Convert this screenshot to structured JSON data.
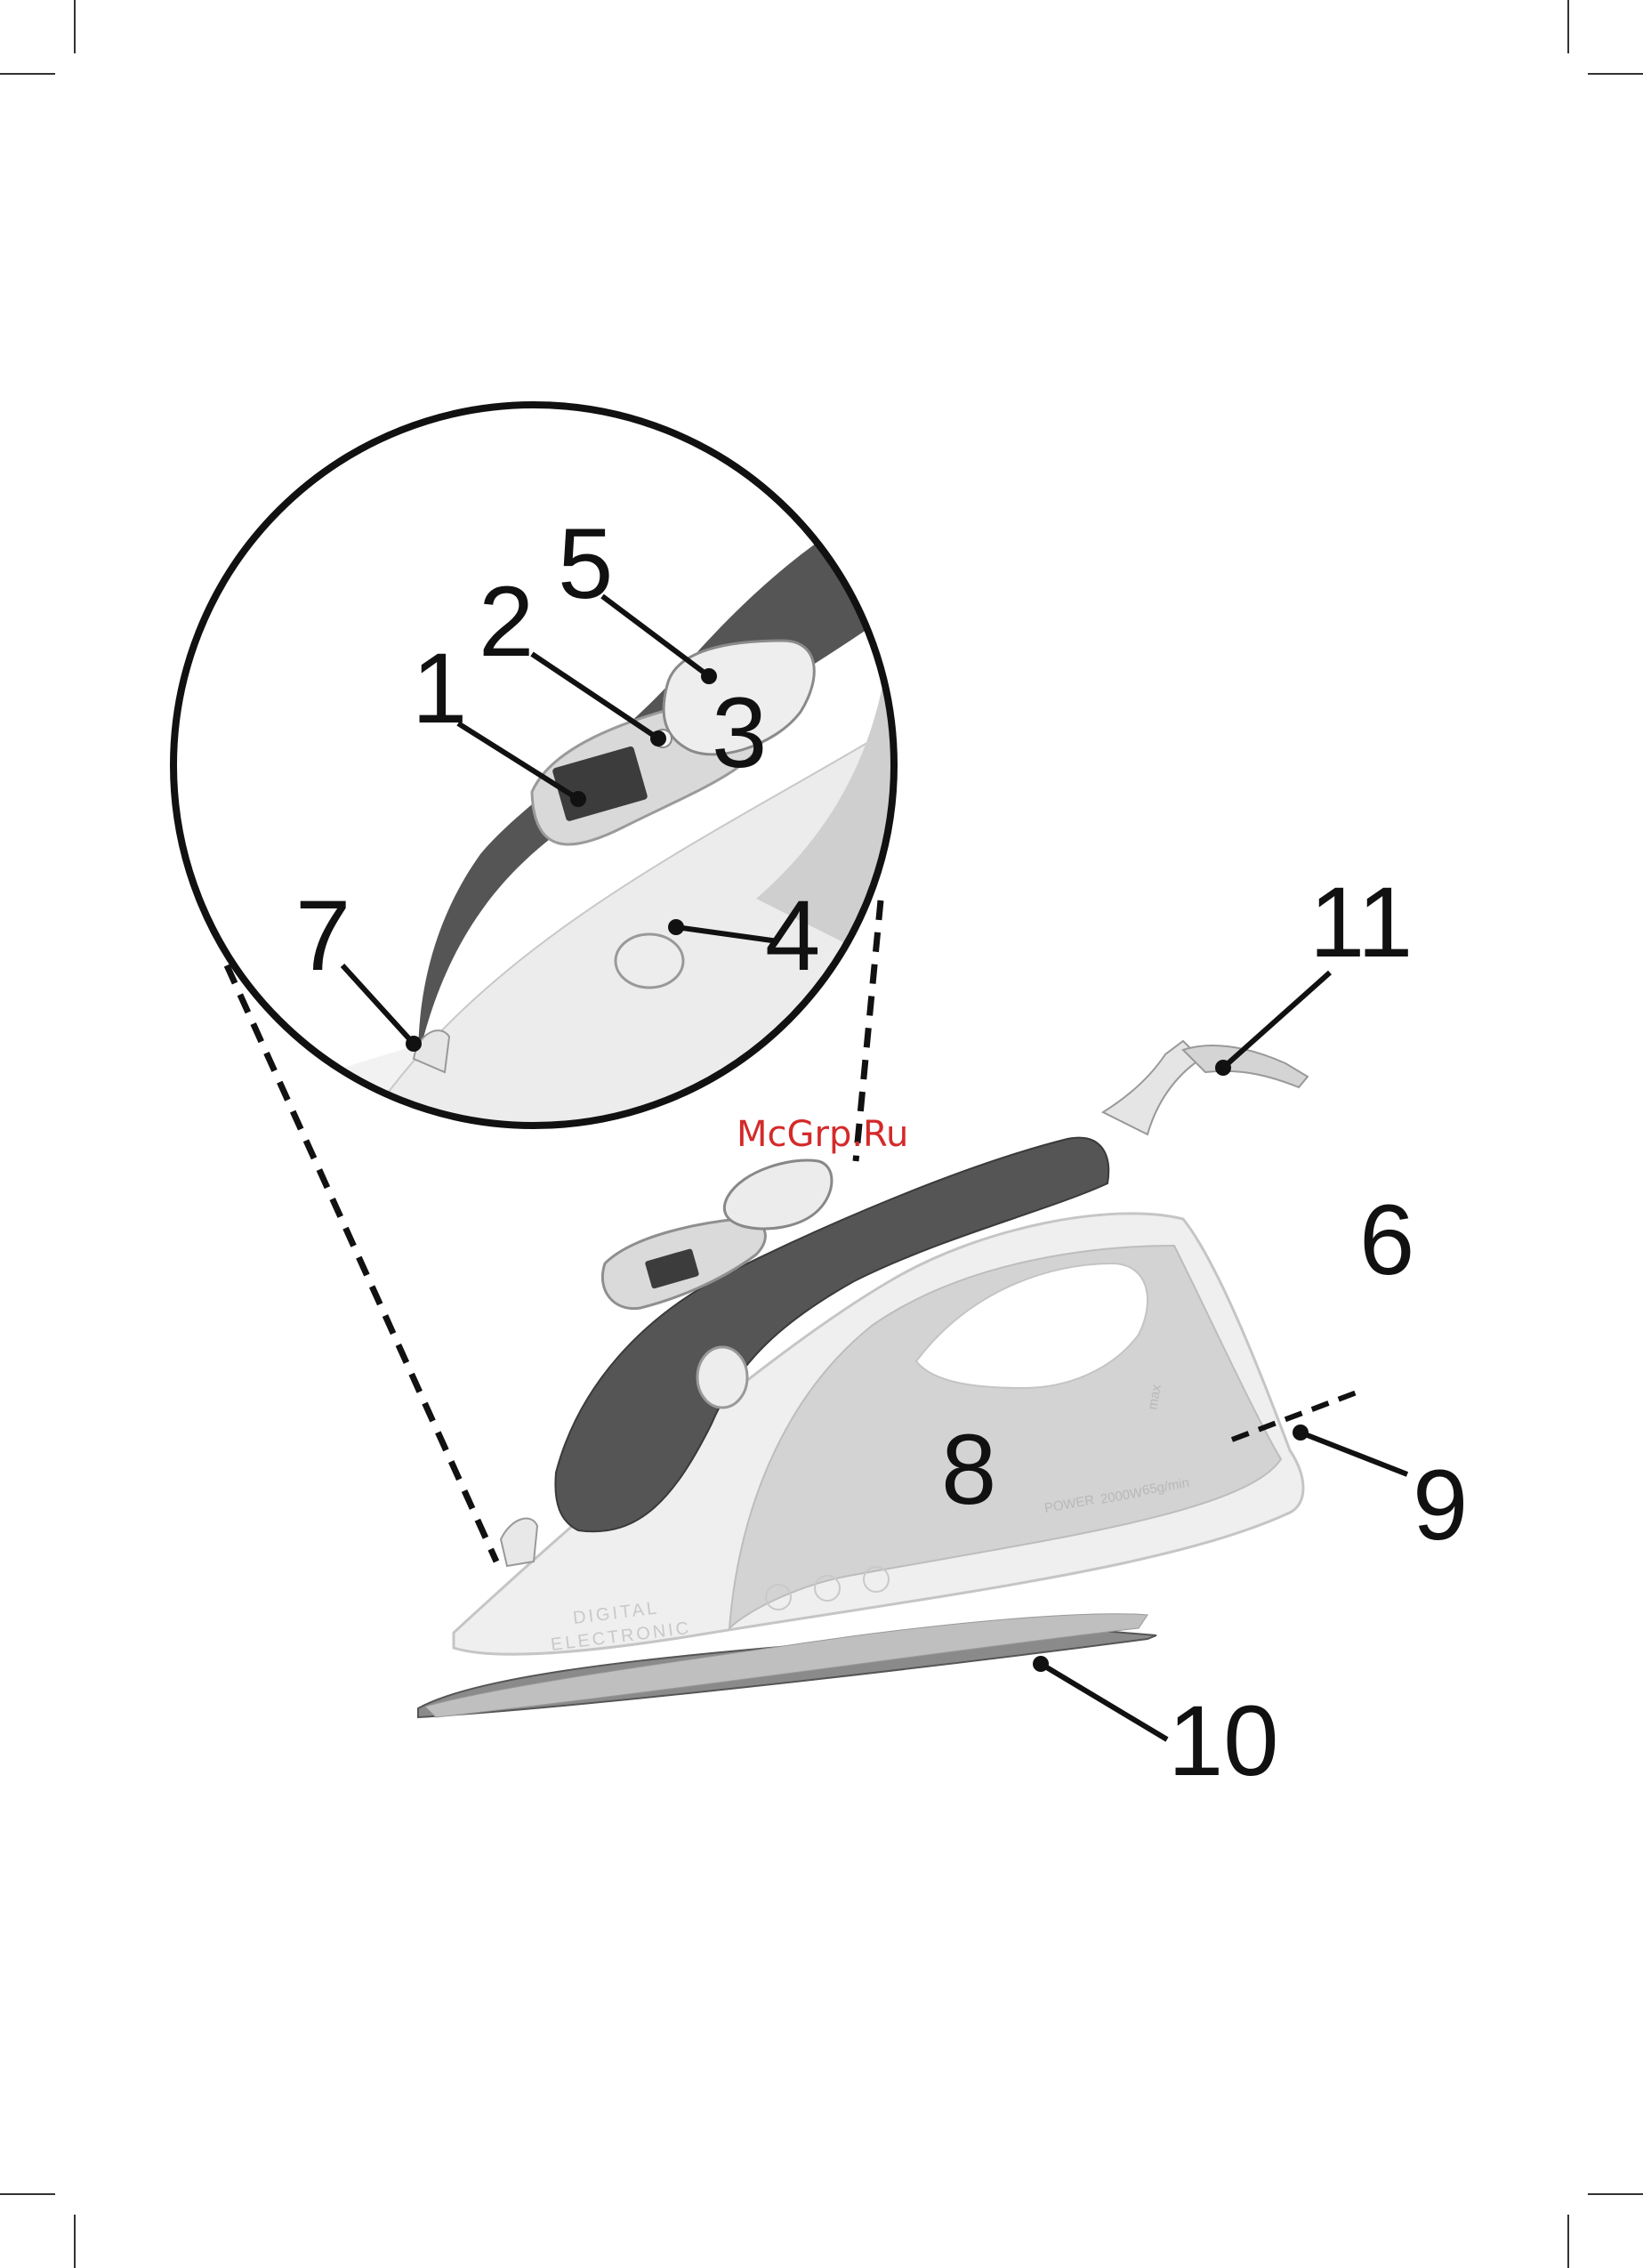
{
  "watermark": {
    "text": "McGrp.Ru",
    "color": "#d42a2a"
  },
  "colors": {
    "body": "#e8e8e8",
    "handle": "#555555",
    "tank": "#d3d3d3",
    "line": "#111111"
  },
  "iron_text": {
    "brand_line1": "DIGITAL",
    "brand_line2": "ELECTRONIC",
    "power": "POWER",
    "watt": "2000W",
    "steam": "65g/min",
    "max": "max"
  },
  "callouts": [
    {
      "id": "1",
      "text": "1"
    },
    {
      "id": "2",
      "text": "2"
    },
    {
      "id": "3",
      "text": "3"
    },
    {
      "id": "4",
      "text": "4"
    },
    {
      "id": "5",
      "text": "5"
    },
    {
      "id": "6",
      "text": "6"
    },
    {
      "id": "7",
      "text": "7"
    },
    {
      "id": "8",
      "text": "8"
    },
    {
      "id": "9",
      "text": "9"
    },
    {
      "id": "10",
      "text": "10"
    },
    {
      "id": "11",
      "text": "11"
    }
  ]
}
